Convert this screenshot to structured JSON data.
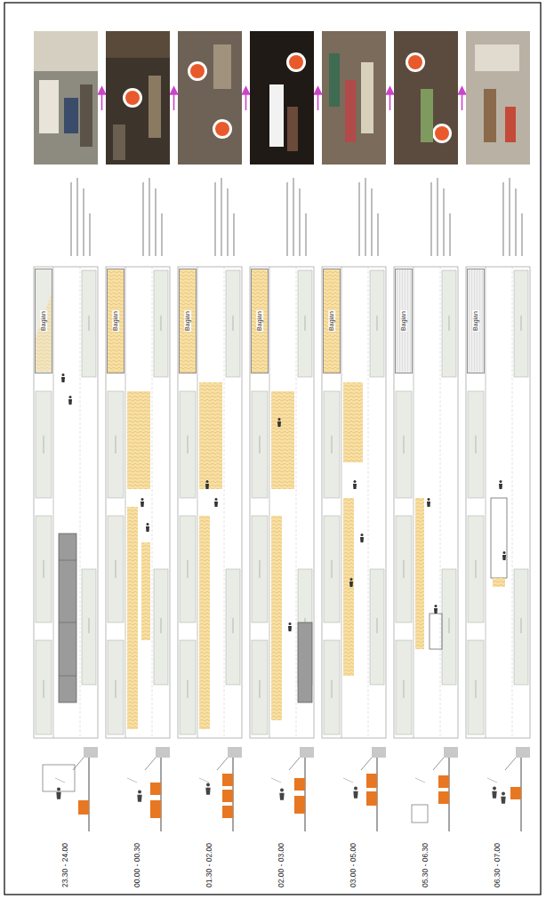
{
  "diagram": {
    "nodes": [
      {
        "text": [
          "Bagian"
        ]
      },
      {
        "text": [
          "Bagian"
        ]
      },
      {
        "text": [
          "Bagian"
        ]
      },
      {
        "text": [
          "Bagian"
        ]
      },
      {
        "text": [
          "Bagian"
        ]
      },
      {
        "text": [
          "Bagian"
        ]
      },
      {
        "text": [
          "Bagian"
        ]
      }
    ],
    "labels": [
      "23.30 - 24.00",
      "00.00 - 00.30",
      "01.30 - 02.00",
      "02.00 - 03.00",
      "03.00 - 05.00",
      "05.30 - 06.30",
      "06.30 - 07.00"
    ]
  }
}
